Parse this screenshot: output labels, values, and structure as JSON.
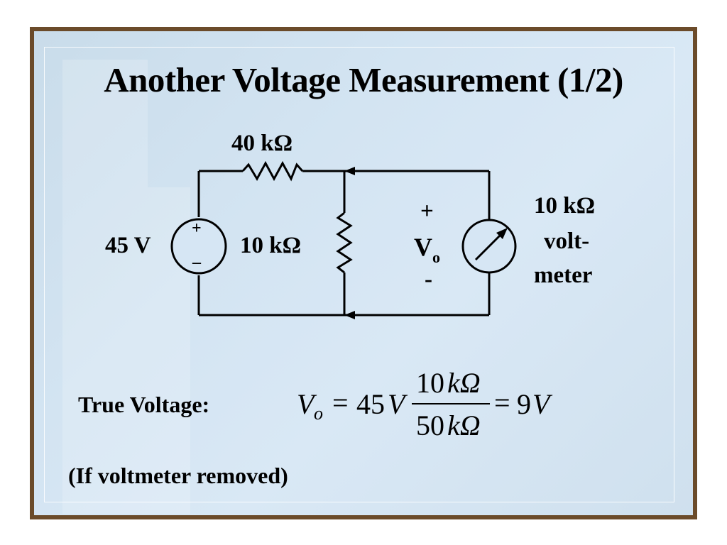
{
  "slide": {
    "title": "Another Voltage Measurement (1/2)",
    "true_voltage_label": "True Voltage:",
    "note": "(If voltmeter removed)"
  },
  "circuit": {
    "series_resistor": "40 kΩ",
    "source_voltage": "45 V",
    "source_plus": "+",
    "source_minus": "–",
    "shunt_resistor": "10 kΩ",
    "vo_plus": "+",
    "vo_label": "V",
    "vo_subscript": "o",
    "vo_minus": "-",
    "voltmeter_line1": "10 kΩ",
    "voltmeter_line2": "volt-",
    "voltmeter_line3": "meter"
  },
  "equation": {
    "lhs_var": "V",
    "lhs_sub": "o",
    "eq1": "=",
    "coef": "45",
    "coef_unit": "V",
    "num_value": "10",
    "num_unit": "kΩ",
    "den_value": "50",
    "den_unit": "kΩ",
    "eq2": "=",
    "result": "9",
    "result_unit": "V"
  }
}
